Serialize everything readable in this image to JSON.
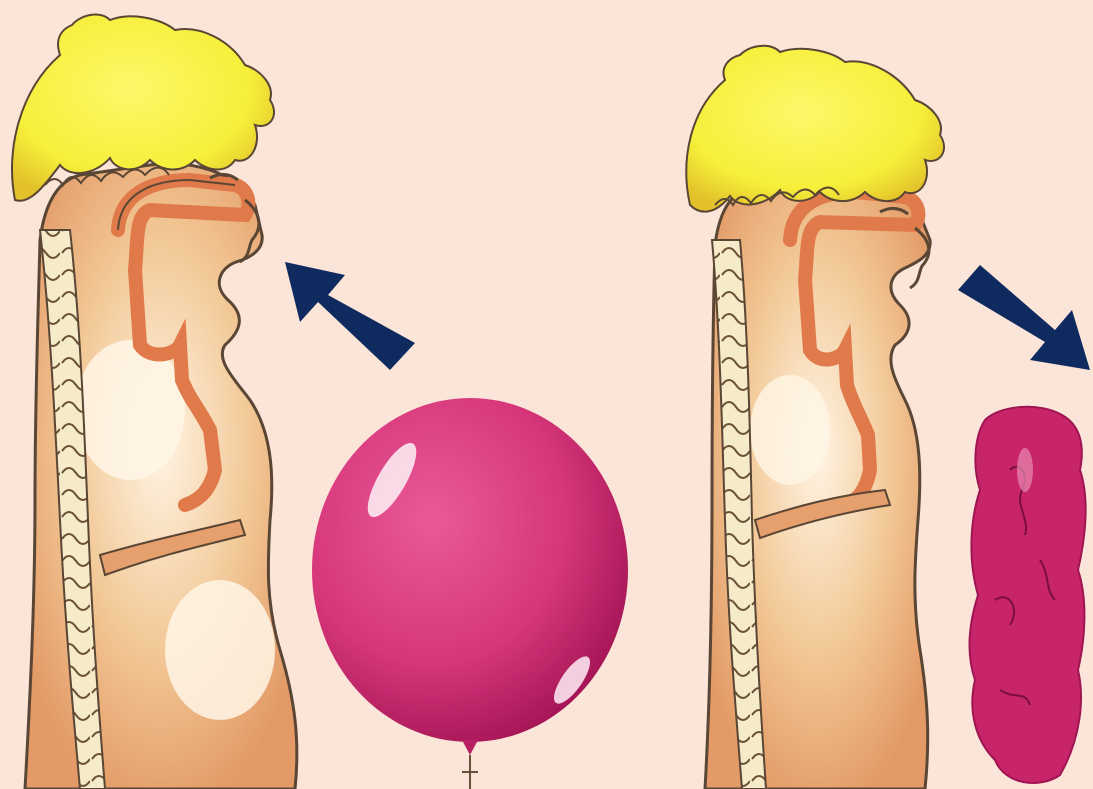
{
  "colors": {
    "background": "#fbe5d8",
    "hair": "#f6ef3a",
    "hair_shadow": "#e7c92a",
    "skin": "#f2c896",
    "skin_shadow": "#e5a06e",
    "airway": "#e07a4a",
    "airway_fill": "#efa27a",
    "spine": "#f6ebc8",
    "outline": "#5a4634",
    "lung_highlight": "#fff6e6",
    "balloon": "#d6367a",
    "balloon_dark": "#b81f62",
    "arrow": "#0e2a5e"
  },
  "figures": [
    {
      "state": "inhale",
      "arrow_direction": "toward-face",
      "icon": "person-inhaling-icon",
      "balloon": "inflated-balloon-icon"
    },
    {
      "state": "exhale",
      "arrow_direction": "away-from-face",
      "icon": "person-exhaling-icon",
      "balloon": "deflated-balloon-icon"
    }
  ]
}
